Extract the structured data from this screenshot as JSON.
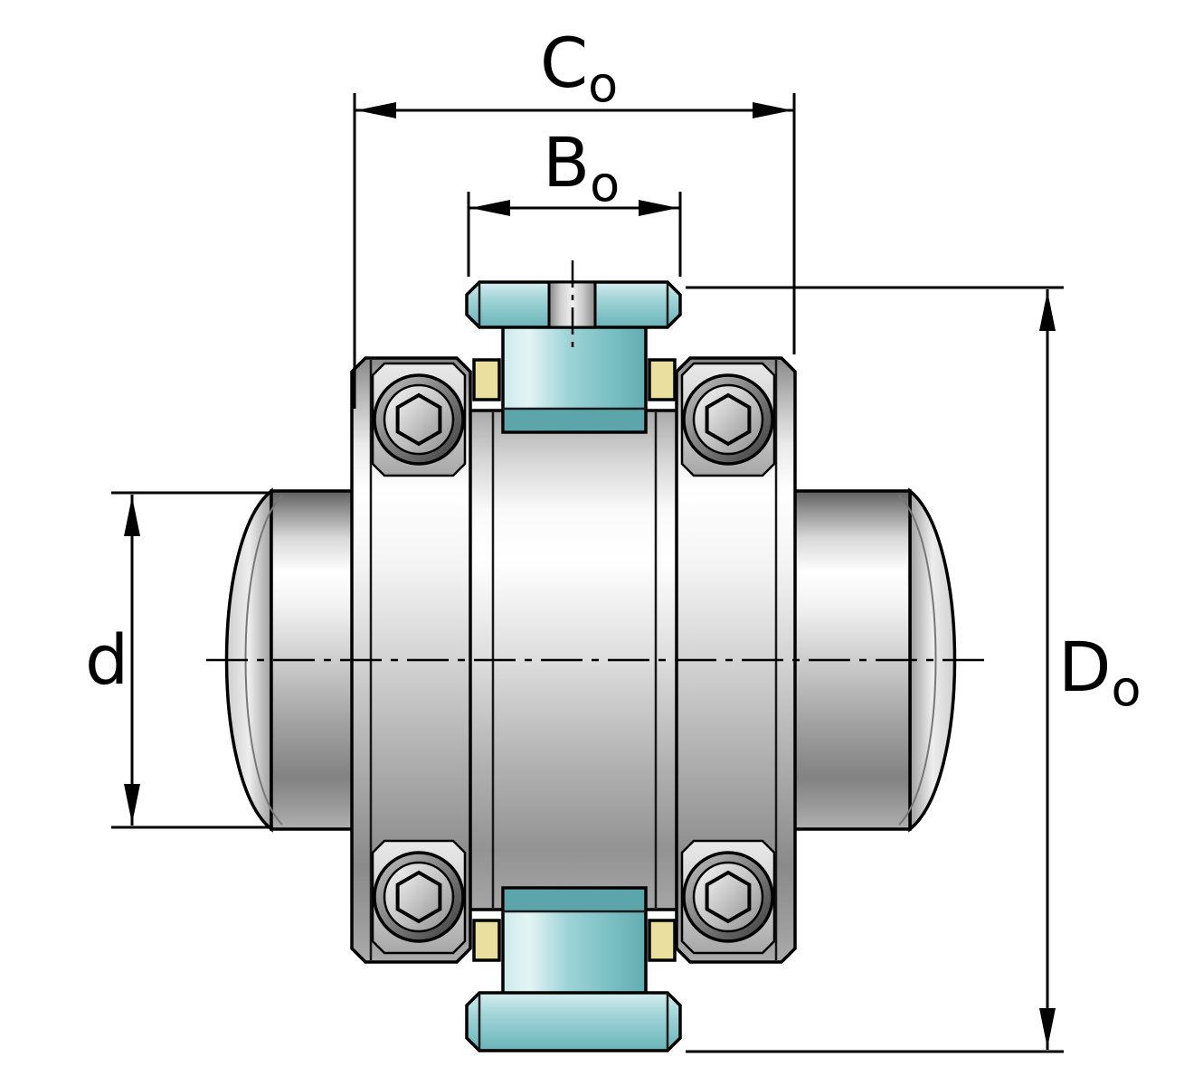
{
  "drawing": {
    "labels": {
      "outer_width": {
        "symbol": "C",
        "sub": "o"
      },
      "fitting_width": {
        "symbol": "B",
        "sub": "o"
      },
      "shaft_diameter": {
        "symbol": "d",
        "sub": ""
      },
      "outer_diameter": {
        "symbol": "D",
        "sub": "o"
      }
    },
    "colors": {
      "outline": "#000000",
      "teal": "#8fc9cd",
      "teal_dark": "#5ca6ab",
      "seal_yellow": "#eadf9f",
      "metal_light": "#ffffff",
      "metal_dark": "#6f6f6f",
      "background": "#ffffff"
    }
  }
}
